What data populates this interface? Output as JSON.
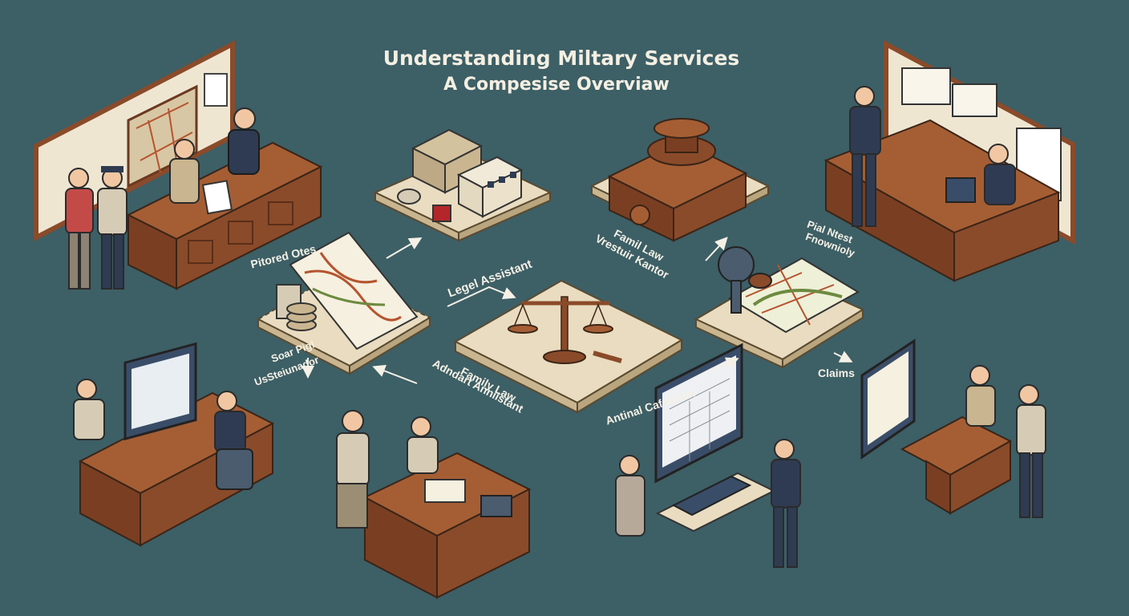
{
  "title": "Understanding Miltary Services",
  "subtitle": "A Compesise Overviaw",
  "labels": {
    "pitored_otes": "Pitored Otes",
    "legal_assistant": "Legel Assistant",
    "famil_law_1": "Famil Law",
    "famil_law_2": "Vrestuir Kantor",
    "pial_ntest_1": "Pial Ntest",
    "pial_ntest_2": "Fnownioly",
    "soar_pigl_1": "Soar Pigl",
    "soar_pigl_2": "UsSteiunador",
    "family_law_1": "Family Law",
    "family_law_2": "Adndart Anniistant",
    "antinal_1": "Antinal Cafootion",
    "claims": "Claims"
  },
  "colors": {
    "background": "#3d5f66",
    "platform": "#e9dcc0",
    "platform_side": "#c9b690",
    "wood": "#8a4b2a",
    "wood_dark": "#6b3820",
    "text": "#f5f1e6"
  }
}
